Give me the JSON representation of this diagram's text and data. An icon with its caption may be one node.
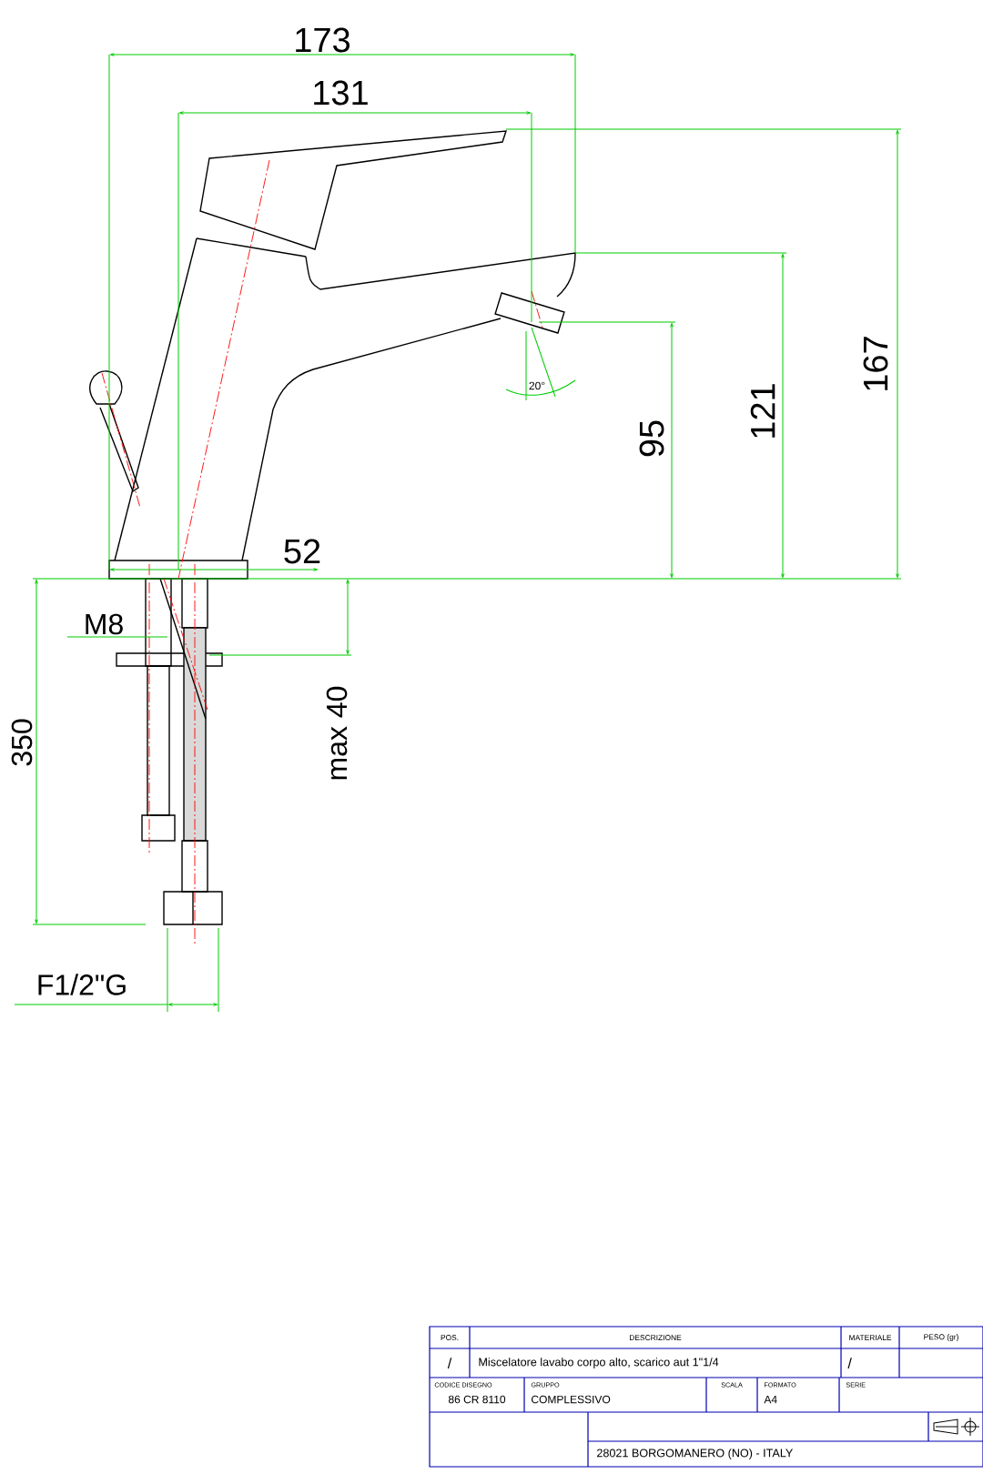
{
  "diagram": {
    "labels": [
      "173",
      "131",
      "167",
      "121",
      "95",
      "20°",
      "52",
      "M8",
      "max 40",
      "350",
      "F1/2\"G",
      "POS.",
      "DESCRIZIONE",
      "MATERIALE",
      "PESO (gr)",
      "/",
      "Miscelatore lavabo corpo alto, scarico aut 1\"1/4",
      "/",
      "CODICE DISEGNO",
      "86 CR 8110",
      "GRUPPO",
      "COMPLESSIVO",
      "SCALA",
      "FORMATO",
      "A4",
      "SERIE",
      "28021 BORGOMANERO (NO) - ITALY"
    ]
  }
}
